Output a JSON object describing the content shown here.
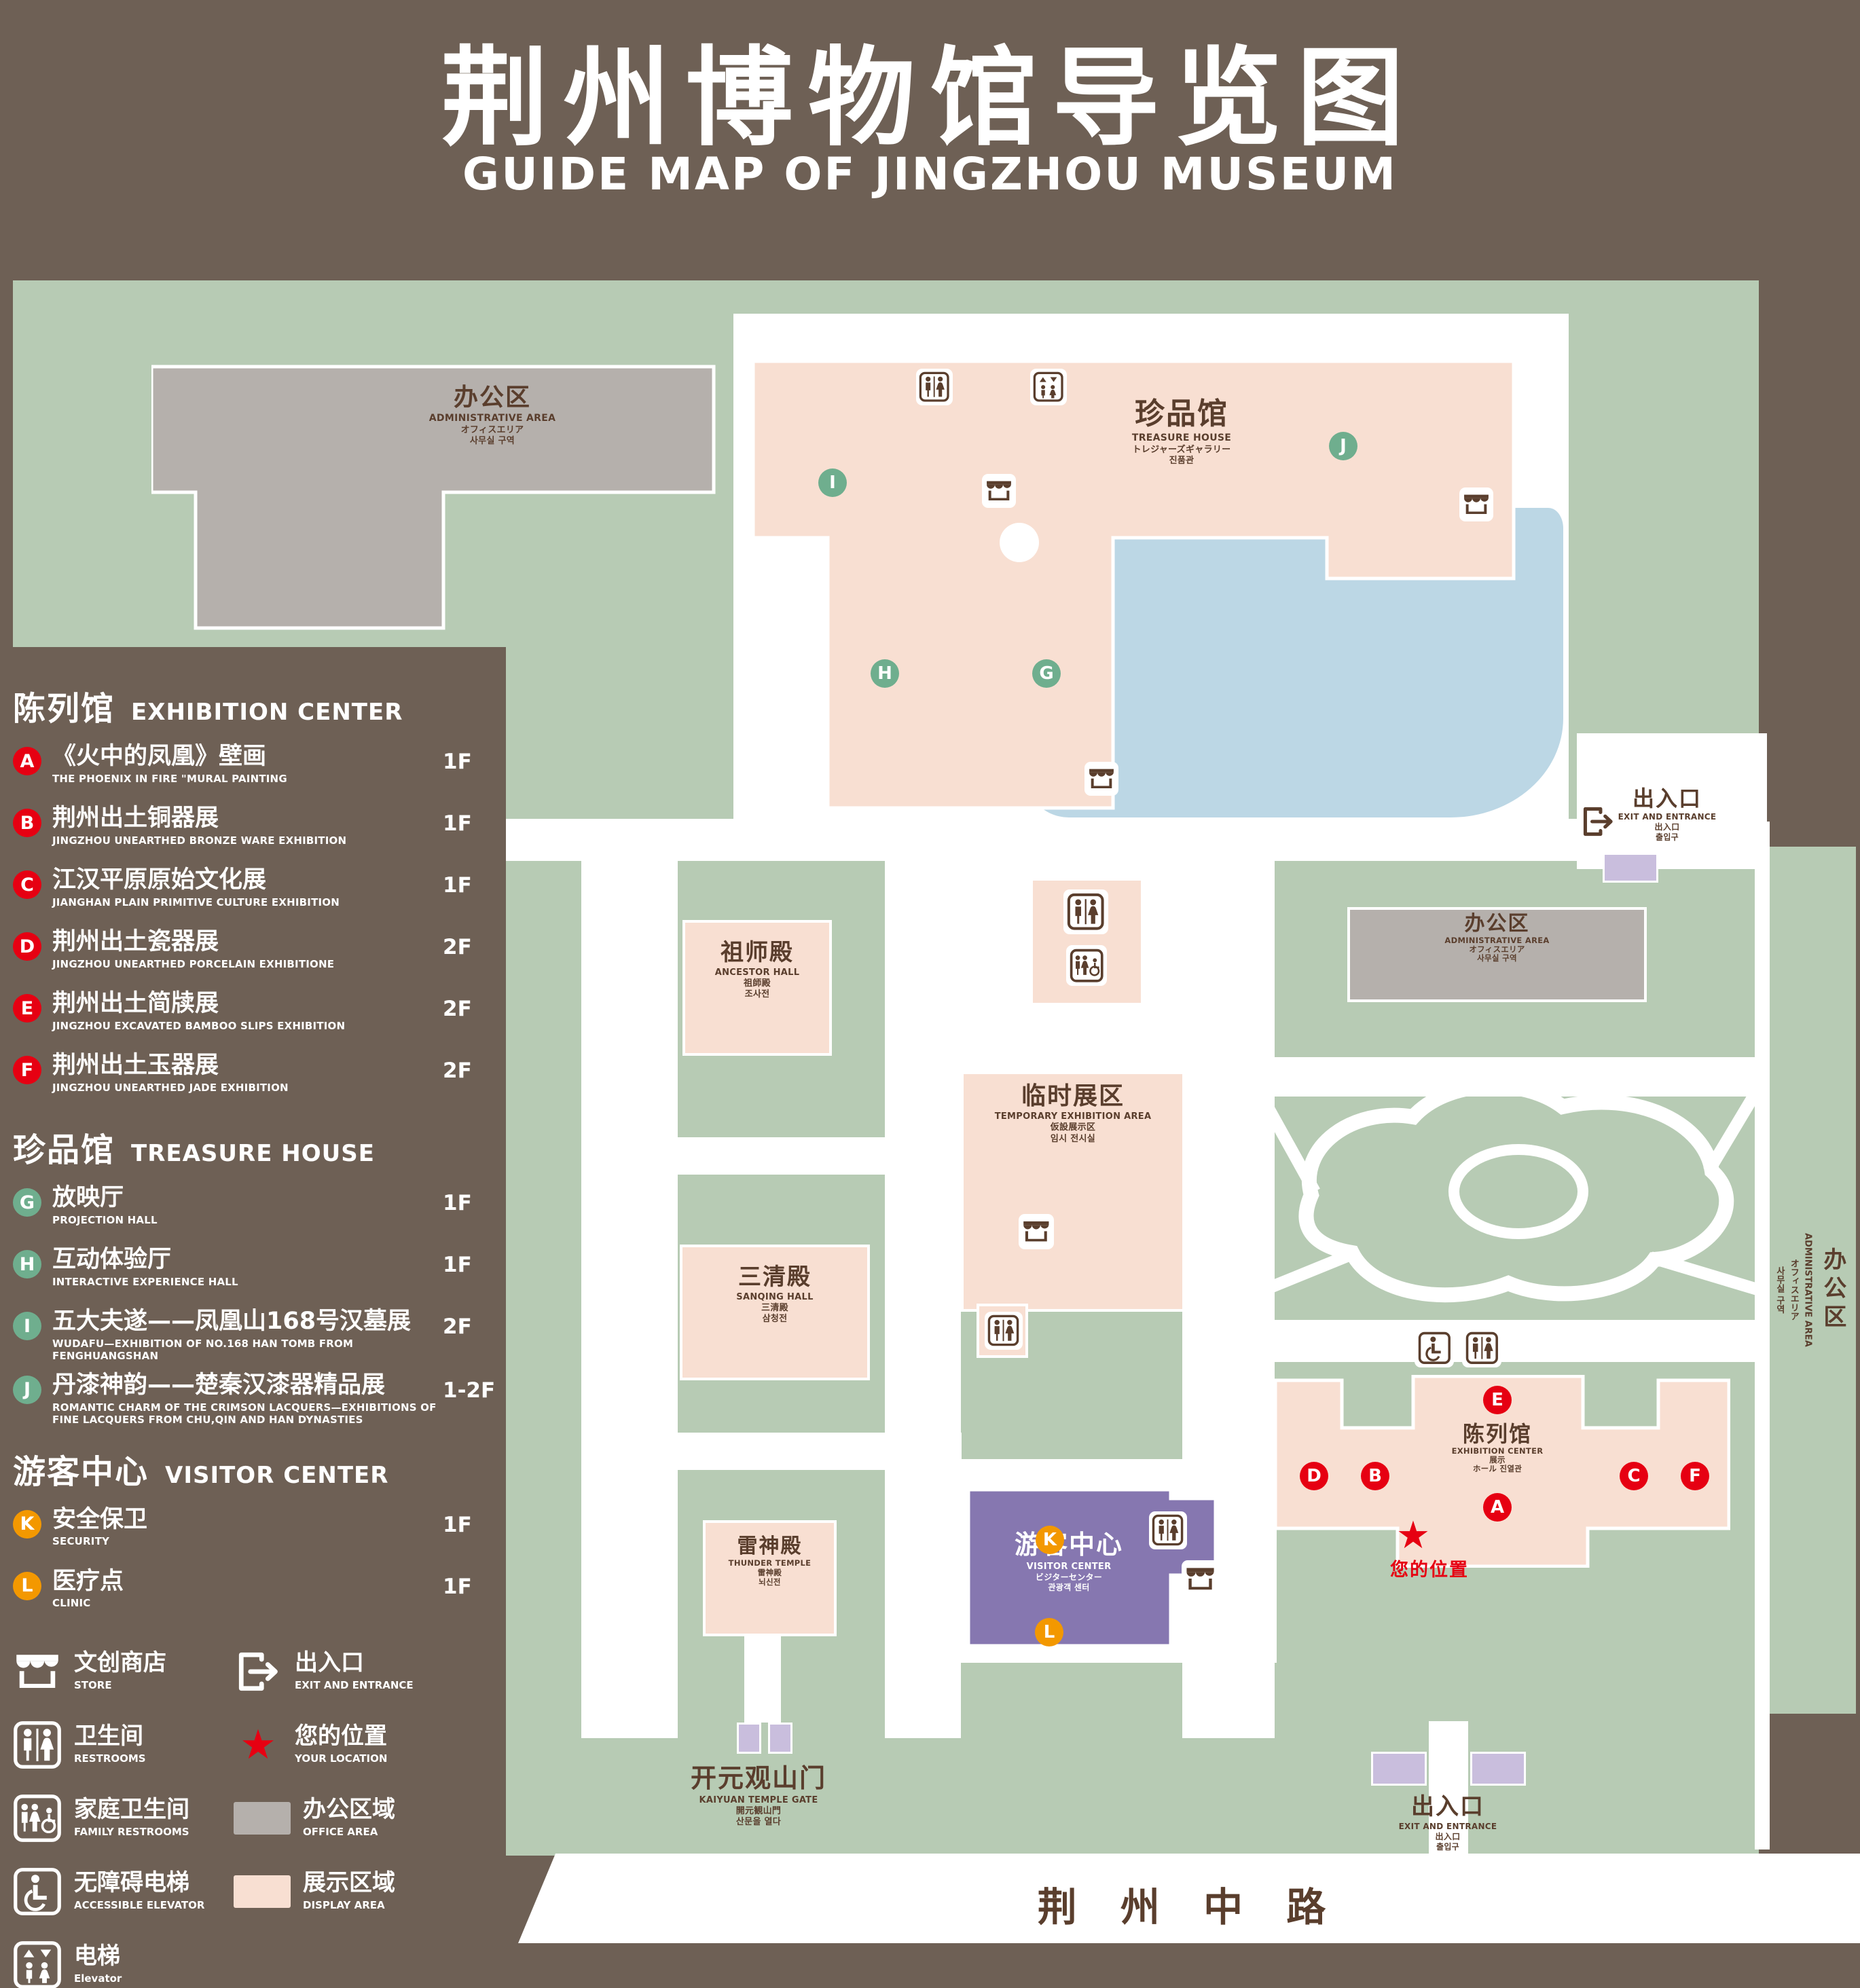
{
  "title": {
    "zh": "荆州博物馆导览图",
    "en": "GUIDE MAP OF JINGZHOU MUSEUM"
  },
  "icons": {
    "star": "★"
  },
  "colors": {
    "background": "#6e6055",
    "map_green": "#b7cbb4",
    "display_area_pink": "#f8dfd2",
    "office_gray": "#b5b0ac",
    "pond_blue": "#bcd7e5",
    "visitor_purple": "#8677b0",
    "entrance_lavender": "#c9bedd",
    "marker_red": "#e60012",
    "marker_green": "#6fae8e",
    "marker_orange": "#f39800",
    "icon_brown": "#5a3e2d",
    "location_red": "#e60012"
  },
  "sidebar": {
    "sections": [
      {
        "zh": "陈列馆",
        "en": "EXHIBITION CENTER",
        "items": [
          {
            "letter": "A",
            "zh": "《火中的凤凰》壁画",
            "en": "THE PHOENIX IN FIRE \"MURAL PAINTING",
            "floor": "1F"
          },
          {
            "letter": "B",
            "zh": "荆州出土铜器展",
            "en": "JINGZHOU UNEARTHED BRONZE WARE EXHIBITION",
            "floor": "1F"
          },
          {
            "letter": "C",
            "zh": "江汉平原原始文化展",
            "en": "JIANGHAN PLAIN PRIMITIVE CULTURE EXHIBITION",
            "floor": "1F"
          },
          {
            "letter": "D",
            "zh": "荆州出土瓷器展",
            "en": "JINGZHOU UNEARTHED PORCELAIN EXHIBITIONE",
            "floor": "2F"
          },
          {
            "letter": "E",
            "zh": "荆州出土简牍展",
            "en": "JINGZHOU EXCAVATED BAMBOO SLIPS EXHIBITION",
            "floor": "2F"
          },
          {
            "letter": "F",
            "zh": "荆州出土玉器展",
            "en": "JINGZHOU UNEARTHED JADE EXHIBITION",
            "floor": "2F"
          }
        ]
      },
      {
        "zh": "珍品馆",
        "en": "TREASURE HOUSE",
        "items": [
          {
            "letter": "G",
            "zh": "放映厅",
            "en": "PROJECTION HALL",
            "floor": "1F"
          },
          {
            "letter": "H",
            "zh": "互动体验厅",
            "en": "INTERACTIVE EXPERIENCE HALL",
            "floor": "1F"
          },
          {
            "letter": "I",
            "zh": "五大夫遂——凤凰山168号汉墓展",
            "en": "WUDAFU—EXHIBITION OF NO.168 HAN TOMB FROM FENGHUANGSHAN",
            "floor": "2F"
          },
          {
            "letter": "J",
            "zh": "丹漆神韵——楚秦汉漆器精品展",
            "en": "ROMANTIC CHARM OF THE CRIMSON LACQUERS—EXHIBITIONS OF FINE LACQUERS FROM CHU,QIN AND HAN DYNASTIES",
            "floor": "1-2F"
          }
        ]
      },
      {
        "zh": "游客中心",
        "en": "VISITOR CENTER",
        "items": [
          {
            "letter": "K",
            "zh": "安全保卫",
            "en": "SECURITY",
            "floor": "1F"
          },
          {
            "letter": "L",
            "zh": "医疗点",
            "en": "CLINIC",
            "floor": "1F"
          }
        ]
      }
    ],
    "symbols": [
      {
        "icon": "store-icon",
        "zh": "文创商店",
        "en": "STORE"
      },
      {
        "icon": "exit-icon",
        "zh": "出入口",
        "en": "EXIT AND ENTRANCE"
      },
      {
        "icon": "restroom-icon",
        "zh": "卫生间",
        "en": "RESTROOMS"
      },
      {
        "icon": "location-star-icon",
        "zh": "您的位置",
        "en": "YOUR LOCATION"
      },
      {
        "icon": "family-restroom-icon",
        "zh": "家庭卫生间",
        "en": "FAMILY RESTROOMS"
      },
      {
        "icon": "office-area-swatch",
        "zh": "办公区域",
        "en": "OFFICE AREA"
      },
      {
        "icon": "accessible-elevator-icon",
        "zh": "无障碍电梯",
        "en": "ACCESSIBLE ELEVATOR"
      },
      {
        "icon": "display-area-swatch",
        "zh": "展示区域",
        "en": "DISPLAY AREA"
      },
      {
        "icon": "elevator-icon",
        "zh": "电梯",
        "en": "Elevator"
      }
    ]
  },
  "map": {
    "admin_top_left": {
      "zh": "办公区",
      "en": "ADMINISTRATIVE AREA",
      "jp": "オフィスエリア",
      "kr": "사무실 구역"
    },
    "treasure_house": {
      "zh": "珍品馆",
      "en": "TREASURE HOUSE",
      "jp": "トレジャーズギャラリー",
      "kr": "진품관",
      "markers": [
        "G",
        "H",
        "I",
        "J"
      ]
    },
    "exit_top_right": {
      "zh": "出入口",
      "en": "EXIT AND ENTRANCE",
      "jp": "出入口",
      "kr": "출입구"
    },
    "ancestor_hall": {
      "zh": "祖师殿",
      "en": "ANCESTOR HALL",
      "jp": "祖師殿",
      "kr": "조사전"
    },
    "admin_right": {
      "zh": "办公区",
      "en": "ADMINISTRATIVE AREA",
      "jp": "オフィスエリア",
      "kr": "사무실 구역"
    },
    "temporary_exhibition": {
      "zh": "临时展区",
      "en": "TEMPORARY EXHIBITION AREA",
      "jp": "仮設展示区",
      "kr": "임시 전시실"
    },
    "sanqing_hall": {
      "zh": "三清殿",
      "en": "SANQING HALL",
      "jp": "三清殿",
      "kr": "삼청전"
    },
    "exhibition_center": {
      "zh": "陈列馆",
      "en": "EXHIBITION CENTER",
      "jp": "展示",
      "kr": "ホール 진열관",
      "markers": [
        "A",
        "B",
        "C",
        "D",
        "E",
        "F"
      ]
    },
    "your_location": {
      "zh": "您的位置"
    },
    "thunder_temple": {
      "zh": "雷神殿",
      "en": "THUNDER TEMPLE",
      "jp": "雷神殿",
      "kr": "뇌신전"
    },
    "visitor_center": {
      "zh": "游客中心",
      "en": "VISITOR CENTER",
      "jp": "ビジターセンター",
      "kr": "관광객 센터",
      "markers": [
        "K",
        "L"
      ]
    },
    "kaiyuan_gate": {
      "zh": "开元观山门",
      "en": "KAIYUAN TEMPLE GATE",
      "jp": "開元観山門",
      "kr": "산문을 열다"
    },
    "exit_bottom": {
      "zh": "出入口",
      "en": "EXIT AND ENTRANCE",
      "jp": "出入口",
      "kr": "출입구"
    },
    "admin_strip": {
      "zh": "办公区",
      "en": "ADMINISTRATIVE AREA",
      "jp": "オフィスエリア",
      "kr": "사무실 구역"
    },
    "road": {
      "zh": "荆 州 中 路"
    }
  }
}
